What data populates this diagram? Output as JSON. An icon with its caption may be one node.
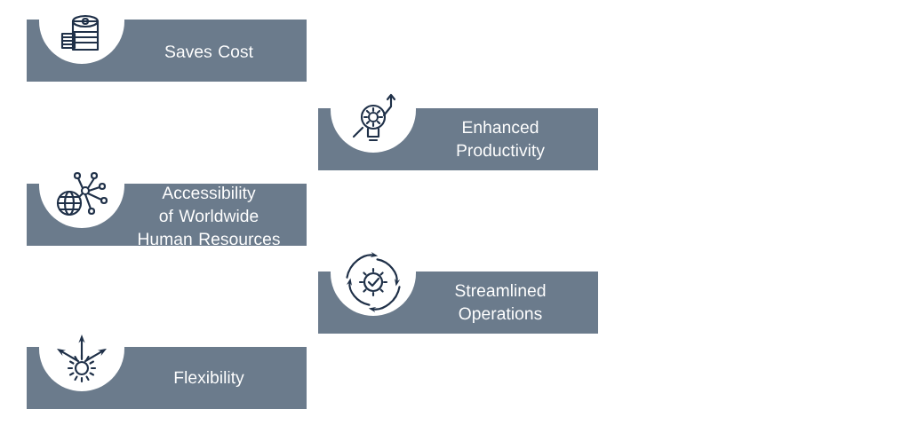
{
  "diagram": {
    "nodes": [
      {
        "text": [
          "Saves Cost"
        ]
      },
      {
        "text": [
          "Enhanced Productivity"
        ]
      },
      {
        "text": [
          "Accessibility of Worldwide Human Resources"
        ]
      },
      {
        "text": [
          "Streamlined Operations"
        ]
      },
      {
        "text": [
          "Flexibility"
        ]
      }
    ]
  }
}
